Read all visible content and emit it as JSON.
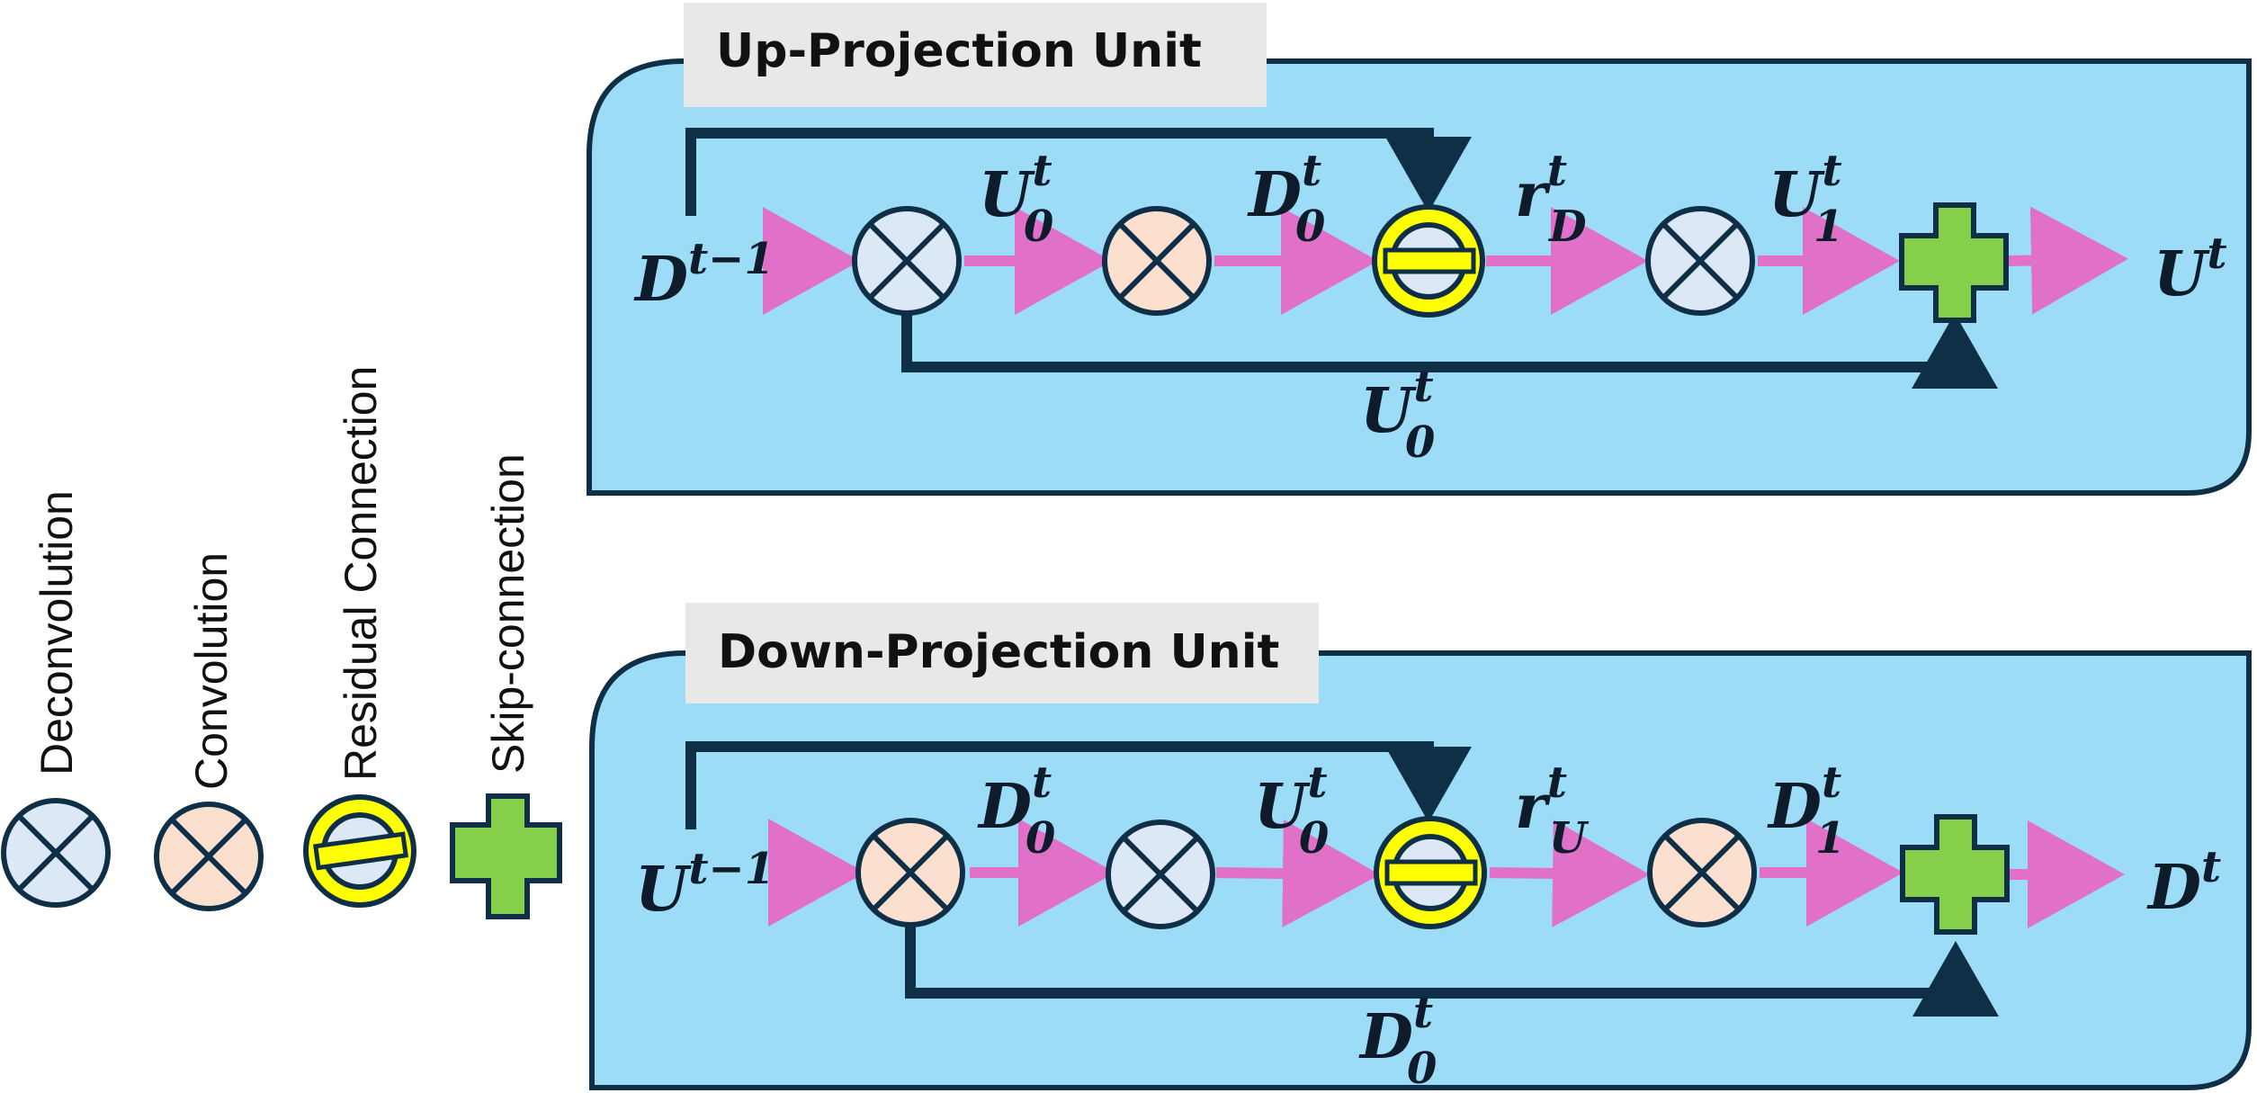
{
  "legend": {
    "deconvolution": "Deconvolution",
    "convolution": "Convolution",
    "residual": "Residual Connection",
    "skip": "Skip-connection"
  },
  "up_unit": {
    "title": "Up-Projection Unit",
    "input": {
      "base": "D",
      "sup": "t−1"
    },
    "e1": {
      "base": "U",
      "sup": "t",
      "sub": "0"
    },
    "e2": {
      "base": "D",
      "sup": "t",
      "sub": "0"
    },
    "e3": {
      "base": "r",
      "sup": "t",
      "sub": "D"
    },
    "e4": {
      "base": "U",
      "sup": "t",
      "sub": "1"
    },
    "skip": {
      "base": "U",
      "sup": "t",
      "sub": "0"
    },
    "output": {
      "base": "U",
      "sup": "t"
    }
  },
  "down_unit": {
    "title": "Down-Projection Unit",
    "input": {
      "base": "U",
      "sup": "t−1"
    },
    "e1": {
      "base": "D",
      "sup": "t",
      "sub": "0"
    },
    "e2": {
      "base": "U",
      "sup": "t",
      "sub": "0"
    },
    "e3": {
      "base": "r",
      "sup": "t",
      "sub": "U"
    },
    "e4": {
      "base": "D",
      "sup": "t",
      "sub": "1"
    },
    "skip": {
      "base": "D",
      "sup": "t",
      "sub": "0"
    },
    "output": {
      "base": "D",
      "sup": "t"
    }
  },
  "colors": {
    "panel": "#9ddcf6",
    "panel_border": "#0f2f47",
    "deconv_fill": "#dce8f5",
    "conv_fill": "#fbe0d0",
    "residual_fill": "#ffff00",
    "skip_fill": "#86cf4a",
    "flow_arrow": "#e070c8",
    "dark_line": "#0f2f47",
    "title_bg": "#e8e8e8"
  }
}
